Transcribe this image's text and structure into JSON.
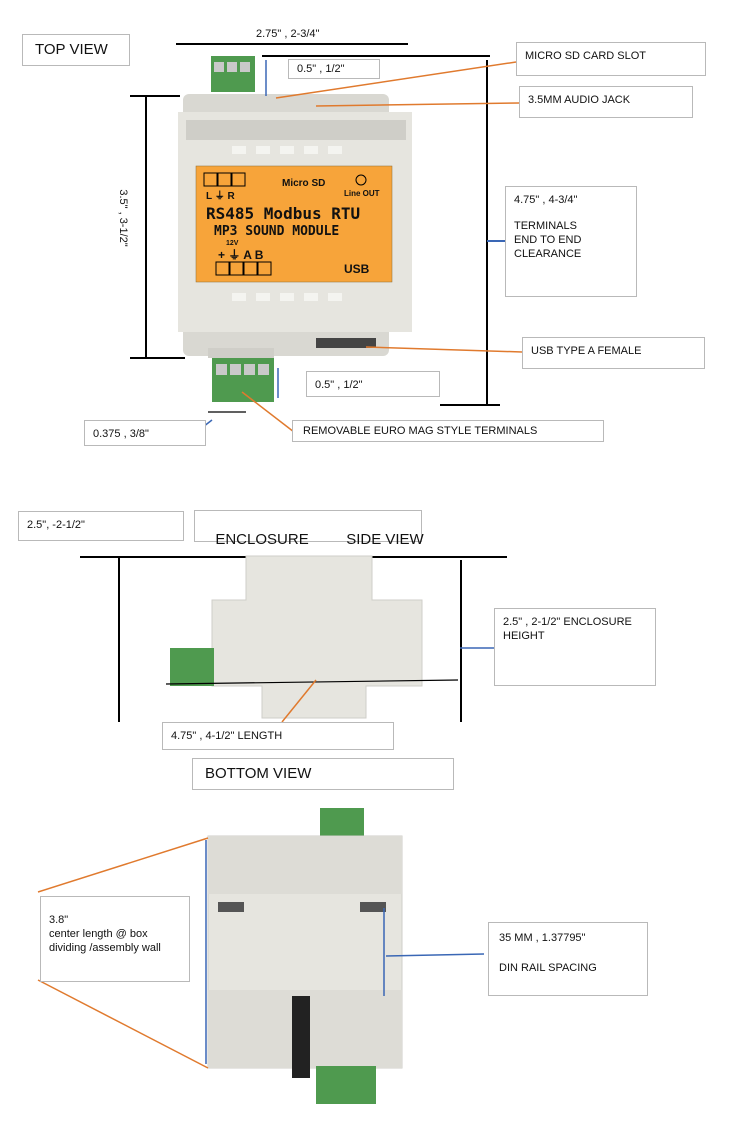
{
  "top_view": {
    "title": "TOP VIEW",
    "dim_width": "2.75\" , 2-3/4\"",
    "dim_top_terminal": "0.5\" , 1/2\"",
    "dim_height": "3.5\" , 3-1/2\"",
    "dim_bottom_terminal": "0.5\" , 1/2\"",
    "dim_terminal_pitch": "0.375  , 3/8\"",
    "dim_end_to_end": "4.75\" , 4-3/4\"",
    "end_to_end_note": "TERMINALS\nEND TO END\nCLEARANCE",
    "callouts": {
      "micro_sd": "MICRO SD CARD SLOT",
      "audio_jack": "3.5MM AUDIO JACK",
      "usb": "USB TYPE A FEMALE",
      "terminals": "REMOVABLE EURO MAG STYLE TERMINALS"
    },
    "label": {
      "lr": "L  ⏚  R",
      "micro_sd": "Micro SD",
      "line_out": "Line OUT",
      "line1": "RS485 Modbus RTU",
      "line2": "MP3 SOUND MODULE",
      "power": "+ ⏚  A  B",
      "v12": "12V",
      "usb": "USB"
    }
  },
  "side_view": {
    "title": "ENCLOSURE         SIDE VIEW",
    "dim_depth": "2.5\", -2-1/2\"",
    "dim_height": "2.5\" , 2-1/2\"  ENCLOSURE\nHEIGHT",
    "dim_length": "4.75\" , 4-1/2\"  LENGTH"
  },
  "bottom_view": {
    "title": "BOTTOM VIEW",
    "dim_center": "3.8\"\ncenter length  @ box\ndividing /assembly wall",
    "dim_rail": "35 MM , 1.37795\"",
    "rail_note": "DIN RAIL SPACING"
  },
  "colors": {
    "label_orange": "#f7a43a",
    "enclosure": "#e3e2dc",
    "terminal_green": "#4f9a4f",
    "leader_orange": "#e07a2e",
    "leader_blue": "#3a67b5"
  }
}
